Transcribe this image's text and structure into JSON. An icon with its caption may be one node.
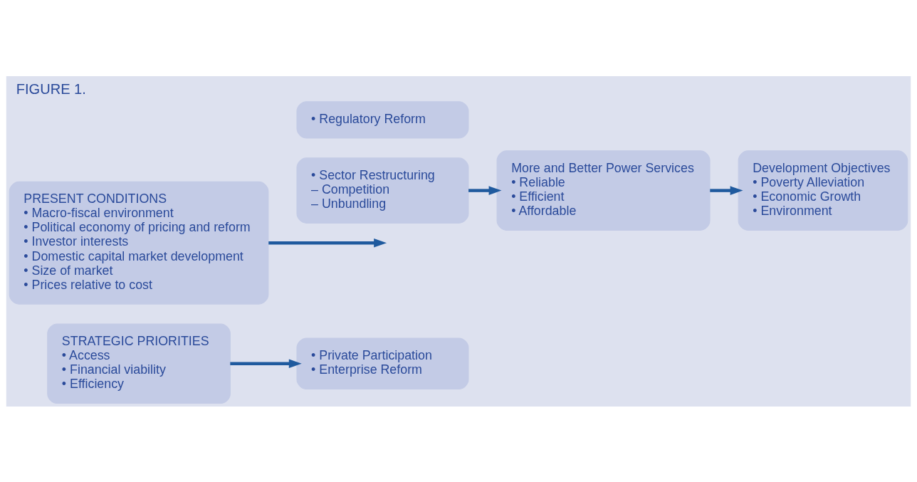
{
  "diagram": {
    "title": "FIGURE 1.",
    "nodes": [
      {
        "text": [
          "STRATEGIC PRIORITIES",
          "• Access",
          "• Financial viability",
          "• Efficiency"
        ]
      },
      {
        "text": [
          "• Private Participation",
          "• Enterprise Reform"
        ]
      },
      {
        "text": [
          "PRESENT CONDITIONS",
          "• Macro-fiscal environment",
          "• Political economy of pricing and reform",
          "• Investor interests",
          "• Domestic capital market development",
          "• Size of market",
          "• Prices relative to cost"
        ]
      },
      {
        "text": [
          "• Sector Restructuring",
          "– Competition",
          "– Unbundling"
        ]
      },
      {
        "text": [
          "• Regulatory Reform"
        ]
      },
      {
        "text": [
          "More and Better Power Services",
          "• Reliable",
          "• Efficient",
          "• Affordable"
        ]
      },
      {
        "text": [
          "Development Objectives",
          "• Poverty Alleviation",
          "• Economic Growth",
          "• Environment"
        ]
      }
    ],
    "edges": [
      {
        "from": 0,
        "to": 1,
        "arrow": "to"
      },
      {
        "from": 2,
        "to": null,
        "arrow": "to"
      },
      {
        "from": 3,
        "to": 5,
        "arrow": "to"
      },
      {
        "from": 5,
        "to": 6,
        "arrow": "to"
      }
    ]
  }
}
